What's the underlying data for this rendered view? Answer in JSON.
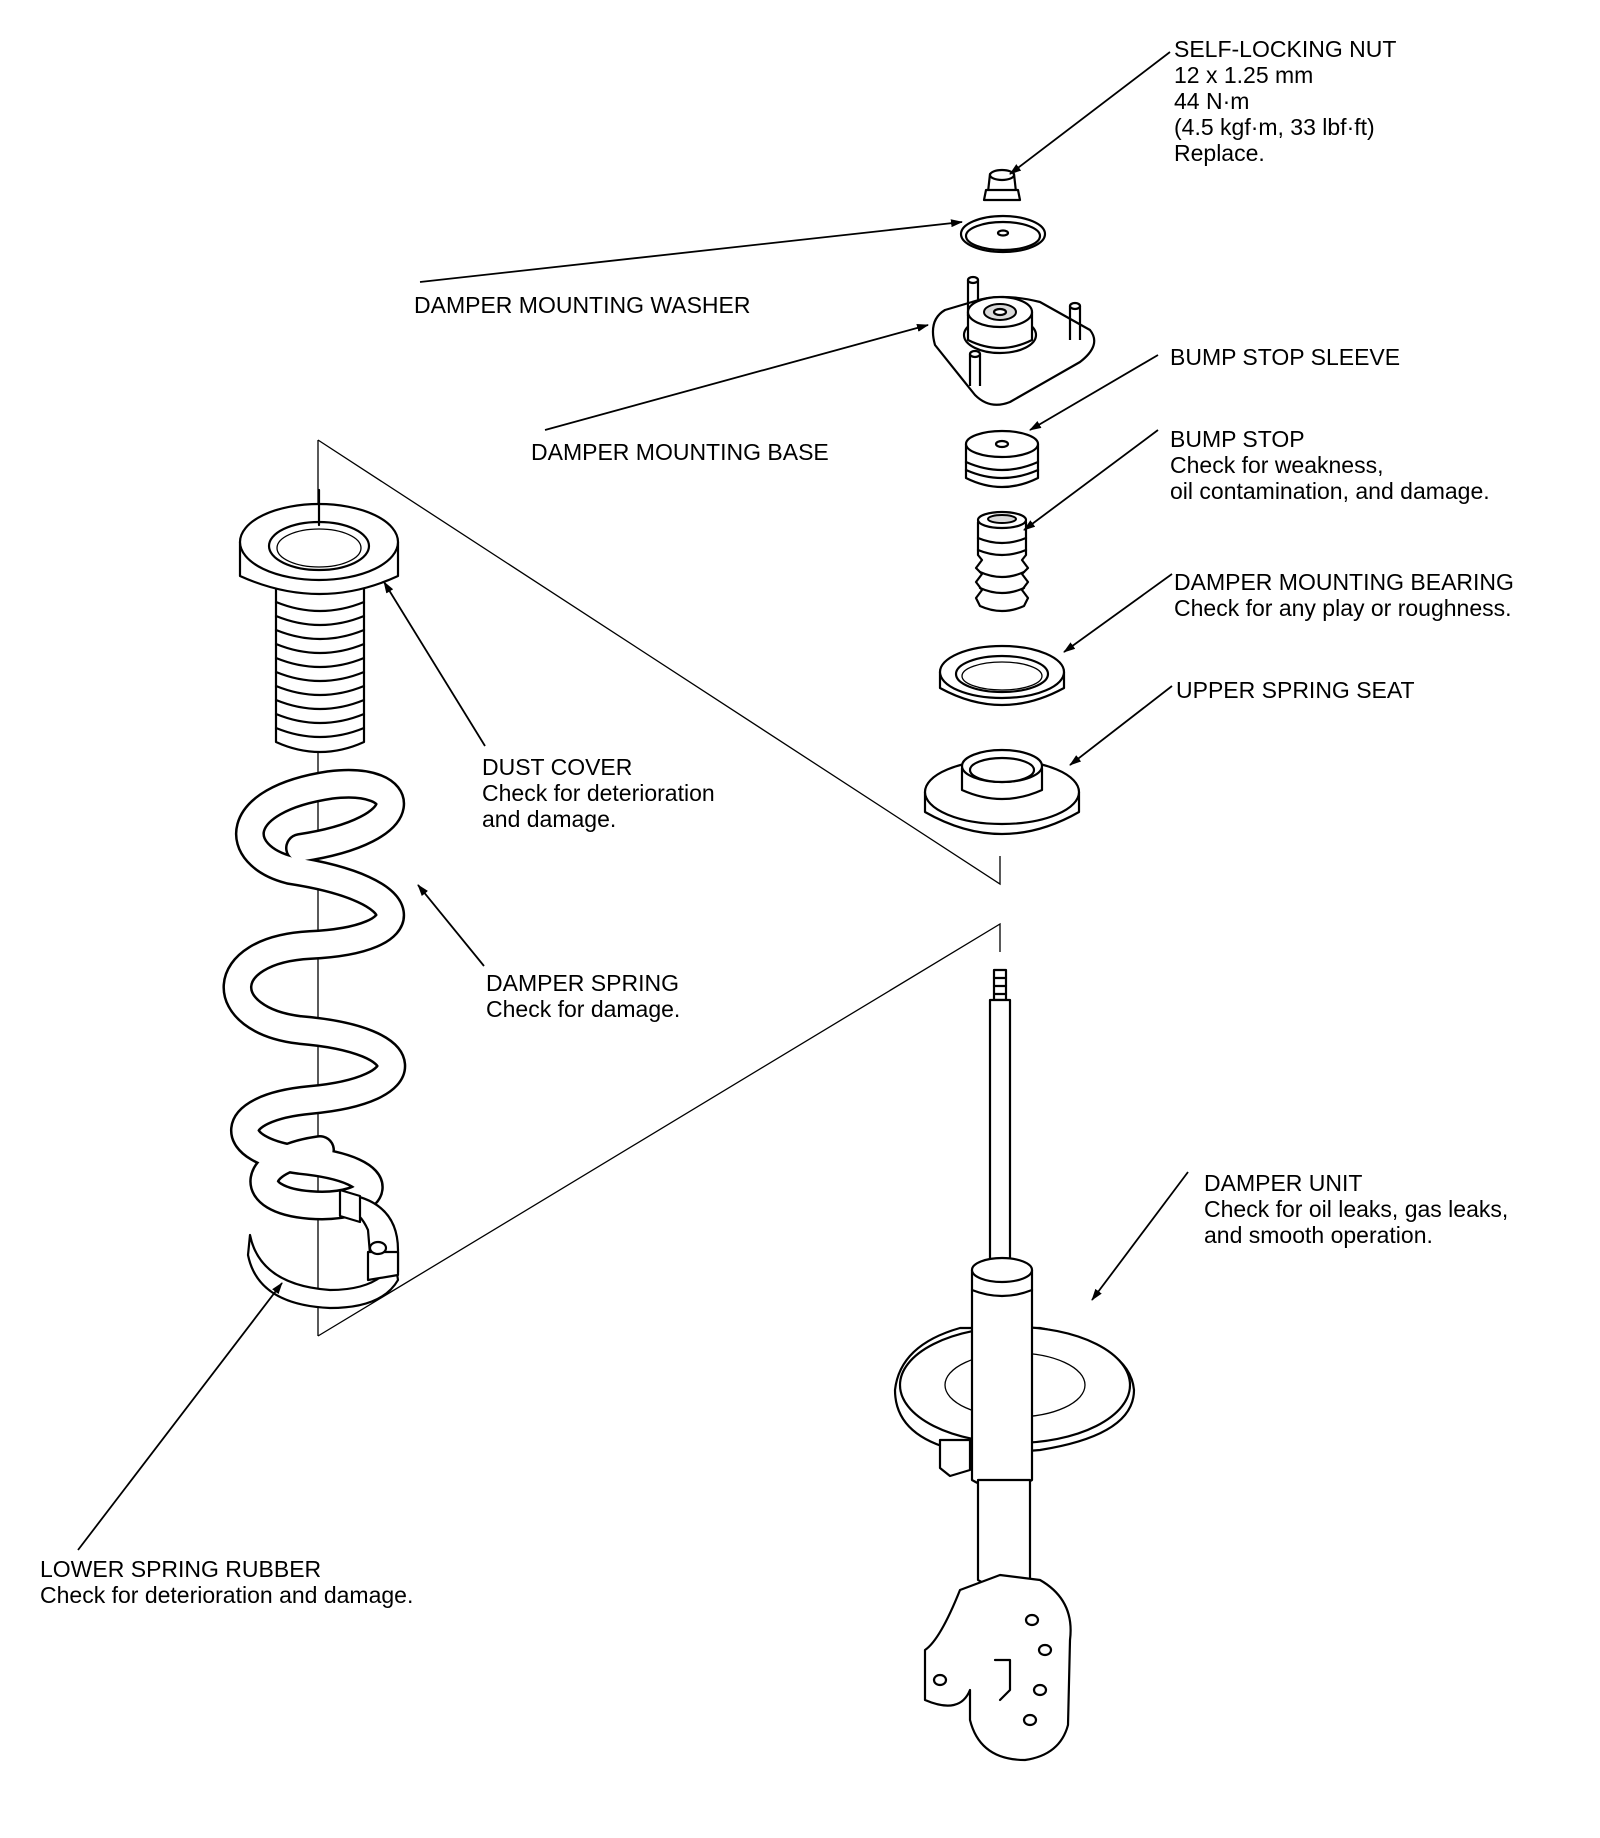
{
  "labels": {
    "self_locking_nut": [
      "SELF-LOCKING NUT",
      "12 x 1.25 mm",
      "44 N·m",
      "(4.5 kgf·m, 33 lbf·ft)",
      "Replace."
    ],
    "damper_mounting_washer": [
      "DAMPER MOUNTING WASHER"
    ],
    "damper_mounting_base": [
      "DAMPER MOUNTING BASE"
    ],
    "bump_stop_sleeve": [
      "BUMP STOP SLEEVE"
    ],
    "bump_stop": [
      "BUMP STOP",
      "Check for weakness,",
      "oil contamination, and damage."
    ],
    "damper_mounting_bearing": [
      "DAMPER MOUNTING BEARING",
      "Check for any play or roughness."
    ],
    "upper_spring_seat": [
      "UPPER SPRING SEAT"
    ],
    "dust_cover": [
      "DUST COVER",
      "Check for deterioration",
      "and damage."
    ],
    "damper_spring": [
      "DAMPER SPRING",
      "Check for damage."
    ],
    "damper_unit": [
      "DAMPER UNIT",
      "Check for oil leaks, gas leaks,",
      "and smooth operation."
    ],
    "lower_spring_rubber": [
      "LOWER SPRING RUBBER",
      "Check for deterioration and damage."
    ]
  }
}
